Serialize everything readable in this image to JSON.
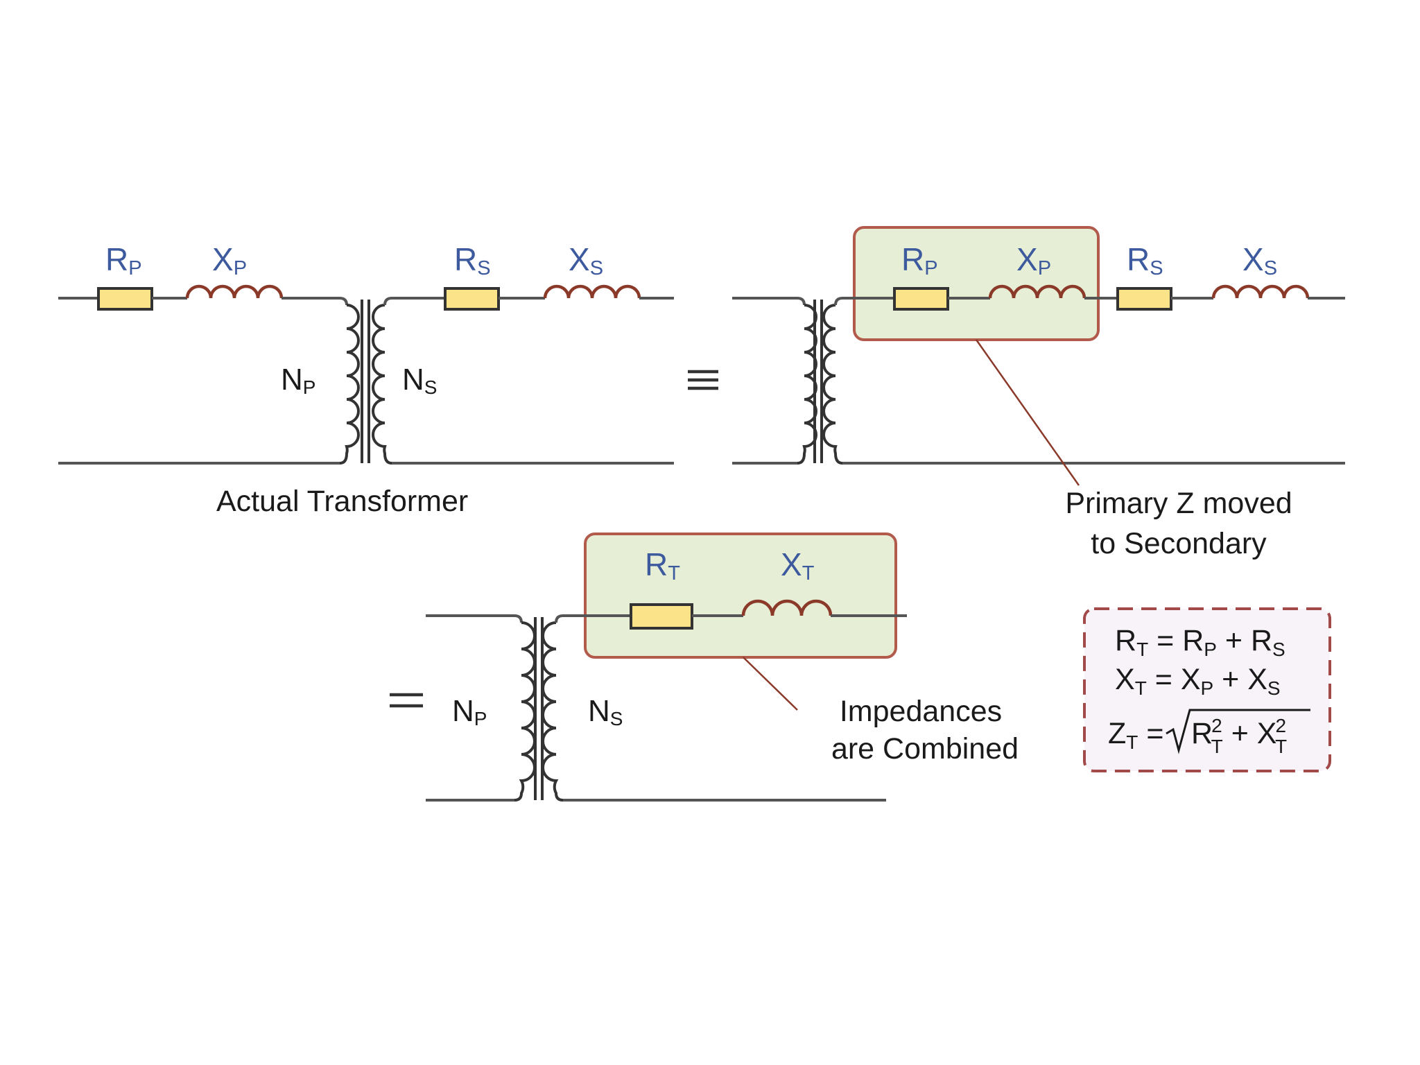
{
  "labels": {
    "rp": {
      "main": "R",
      "sub": "P"
    },
    "xp": {
      "main": "X",
      "sub": "P"
    },
    "rs": {
      "main": "R",
      "sub": "S"
    },
    "xs": {
      "main": "X",
      "sub": "S"
    },
    "rt": {
      "main": "R",
      "sub": "T"
    },
    "xt": {
      "main": "X",
      "sub": "T"
    },
    "np": {
      "main": "N",
      "sub": "P"
    },
    "ns": {
      "main": "N",
      "sub": "S"
    }
  },
  "captions": {
    "actual": "Actual Transformer",
    "moved_line1": "Primary Z moved",
    "moved_line2": "to Secondary",
    "combined_line1": "Impedances",
    "combined_line2": "are Combined"
  },
  "equations": {
    "rt": {
      "lhs": "R",
      "lhs_sub": "T",
      "eq": " = ",
      "a": "R",
      "a_sub": "P",
      "plus": " + ",
      "b": "R",
      "b_sub": "S"
    },
    "xt": {
      "lhs": "X",
      "lhs_sub": "T",
      "eq": " = ",
      "a": "X",
      "a_sub": "P",
      "plus": " + ",
      "b": "X",
      "b_sub": "S"
    },
    "zt": {
      "lhs": "Z",
      "lhs_sub": "T",
      "eq": " =",
      "r": "R",
      "r_sup": "2",
      "r_sub": "T",
      "plus": " + ",
      "x": "X",
      "x_sup": "2",
      "x_sub": "T"
    }
  },
  "symbols": {
    "equivalent": "equivalent-sign",
    "equals": "equals-sign"
  },
  "colors": {
    "label_blue": "#3d5a9e",
    "resistor_fill": "#fbe38a",
    "highlight_fill": "#e6efd5",
    "highlight_border": "#b25b4d",
    "inductor_red": "#8b3a2a",
    "equation_box_fill": "#f7f3f8"
  }
}
